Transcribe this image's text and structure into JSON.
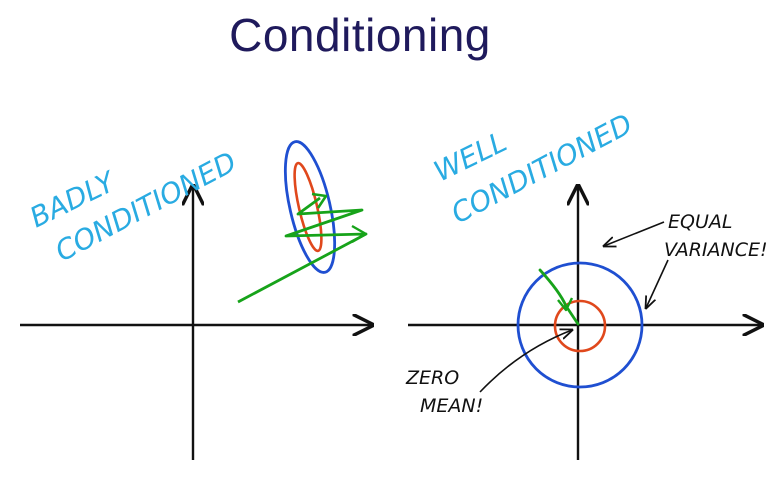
{
  "title": "Conditioning",
  "panels": {
    "left": {
      "label_line1": "BADLY",
      "label_line2": "CONDITIONED"
    },
    "right": {
      "label_line1": "WELL",
      "label_line2": "CONDITIONED",
      "annotation_variance_1": "EQUAL",
      "annotation_variance_2": "VARIANCE!",
      "annotation_mean_1": "ZERO",
      "annotation_mean_2": "MEAN!"
    }
  },
  "colors": {
    "title": "#1f1a5c",
    "label": "#29abe2",
    "axis": "#111111",
    "outer_contour": "#1f4fd1",
    "inner_contour": "#e0481c",
    "path": "#17a31a"
  }
}
